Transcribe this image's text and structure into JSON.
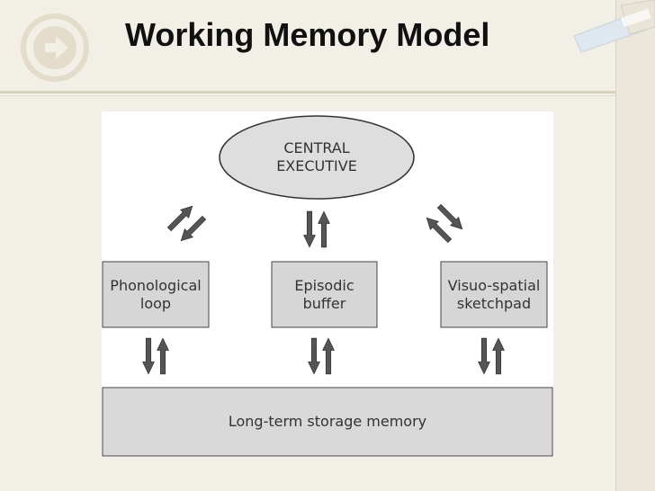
{
  "slide": {
    "title": "Working Memory Model"
  },
  "icons": {
    "nav": "arrow-right-circle-icon",
    "decoration": "tape-icon"
  },
  "diagram": {
    "central_executive": "CENTRAL\nEXECUTIVE",
    "phonological_loop": "Phonological\nloop",
    "episodic_buffer": "Episodic\nbuffer",
    "visuo_spatial_sketchpad": "Visuo-spatial\nsketchpad",
    "long_term_memory": "Long-term storage memory"
  },
  "colors": {
    "background": "#f2efe6",
    "box_fill": "#d6d6d6",
    "ellipse_fill": "#dedede",
    "arrow_fill": "#555555"
  }
}
